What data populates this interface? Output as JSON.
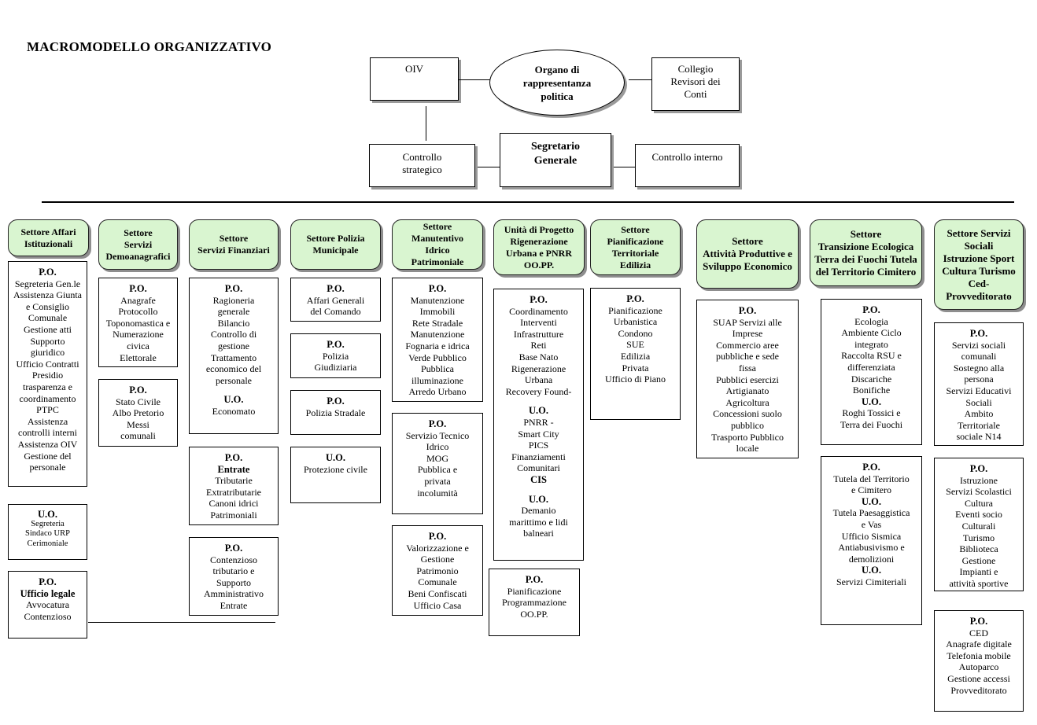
{
  "title": "MACROMODELLO ORGANIZZATIVO",
  "top": {
    "oiv": "OIV",
    "organo": [
      "Organo di",
      "rappresentanza",
      "politica"
    ],
    "collegio": [
      "Collegio",
      "Revisori dei",
      "Conti"
    ],
    "controllo_strategico": [
      "Controllo",
      "strategico"
    ],
    "segretario": [
      "Segretario",
      "Generale"
    ],
    "controllo_interno": "Controllo interno"
  },
  "sectors": [
    {
      "name": [
        "Settore Affari",
        "Istituzionali"
      ]
    },
    {
      "name": [
        "Settore",
        "Servizi",
        "Demoanagrafici"
      ]
    },
    {
      "name": [
        "Settore",
        "Servizi Finanziari"
      ]
    },
    {
      "name": [
        "Settore Polizia",
        "Municipale"
      ]
    },
    {
      "name": [
        "Settore",
        "Manutentivo",
        "Idrico",
        "Patrimoniale"
      ]
    },
    {
      "name": [
        "Unità di Progetto",
        "Rigenerazione",
        "Urbana e PNRR",
        "OO.PP."
      ]
    },
    {
      "name": [
        "Settore",
        "Pianificazione",
        "Territoriale",
        "Edilizia"
      ]
    },
    {
      "name": [
        "Settore",
        "Attività Produttive e",
        "Sviluppo Economico"
      ]
    },
    {
      "name": [
        "Settore",
        "Transizione Ecologica",
        "Terra dei Fuochi Tutela",
        "del Territorio Cimitero"
      ]
    },
    {
      "name": [
        "Settore Servizi",
        "Sociali",
        "Istruzione Sport",
        "Cultura Turismo",
        "Ced-",
        "Provveditorato"
      ]
    }
  ],
  "units": {
    "affari_1": [
      [
        "b",
        "P.O."
      ],
      [
        "n",
        "Segreteria Gen.le"
      ],
      [
        "n",
        "Assistenza Giunta"
      ],
      [
        "n",
        "e Consiglio"
      ],
      [
        "n",
        "Comunale"
      ],
      [
        "n",
        "Gestione atti"
      ],
      [
        "n",
        "Supporto"
      ],
      [
        "n",
        "giuridico"
      ],
      [
        "n",
        "Ufficio Contratti"
      ],
      [
        "n",
        "Presidio"
      ],
      [
        "n",
        "trasparenza e"
      ],
      [
        "n",
        "coordinamento"
      ],
      [
        "n",
        "PTPC"
      ],
      [
        "n",
        "Assistenza"
      ],
      [
        "n",
        "controlli interni"
      ],
      [
        "n",
        "Assistenza OIV"
      ],
      [
        "n",
        "Gestione del"
      ],
      [
        "n",
        "personale"
      ]
    ],
    "affari_2": [
      [
        "b",
        "U.O."
      ],
      [
        "n",
        "Segreteria"
      ],
      [
        "n",
        "Sindaco URP"
      ],
      [
        "n",
        "Cerimoniale"
      ]
    ],
    "affari_3": [
      [
        "b",
        "P.O."
      ],
      [
        "b",
        "Ufficio legale"
      ],
      [
        "n",
        "Avvocatura"
      ],
      [
        "n",
        "Contenzioso"
      ]
    ],
    "demo_1": [
      [
        "b",
        "P.O."
      ],
      [
        "n",
        "Anagrafe"
      ],
      [
        "n",
        "Protocollo"
      ],
      [
        "n",
        "Toponomastica e"
      ],
      [
        "n",
        "Numerazione"
      ],
      [
        "n",
        "civica"
      ],
      [
        "n",
        "Elettorale"
      ]
    ],
    "demo_2": [
      [
        "b",
        "P.O."
      ],
      [
        "n",
        "Stato Civile"
      ],
      [
        "n",
        "Albo Pretorio"
      ],
      [
        "n",
        "Messi"
      ],
      [
        "n",
        "comunali"
      ]
    ],
    "fin_1": [
      [
        "b",
        "P.O."
      ],
      [
        "n",
        "Ragioneria"
      ],
      [
        "n",
        "generale"
      ],
      [
        "n",
        "Bilancio"
      ],
      [
        "n",
        "Controllo di"
      ],
      [
        "n",
        "gestione"
      ],
      [
        "n",
        "Trattamento"
      ],
      [
        "n",
        "economico del"
      ],
      [
        "n",
        "personale"
      ],
      [
        "g",
        ""
      ],
      [
        "b",
        "U.O."
      ],
      [
        "n",
        "Economato"
      ]
    ],
    "fin_2": [
      [
        "b",
        "P.O."
      ],
      [
        "b",
        "Entrate"
      ],
      [
        "n",
        "Tributarie"
      ],
      [
        "n",
        "Extratributarie"
      ],
      [
        "n",
        "Canoni idrici"
      ],
      [
        "n",
        "Patrimoniali"
      ]
    ],
    "fin_3": [
      [
        "b",
        "P.O."
      ],
      [
        "n",
        "Contenzioso"
      ],
      [
        "n",
        "tributario e"
      ],
      [
        "n",
        "Supporto"
      ],
      [
        "n",
        "Amministrativo"
      ],
      [
        "n",
        "Entrate"
      ]
    ],
    "pol_1": [
      [
        "b",
        "P.O."
      ],
      [
        "n",
        "Affari Generali"
      ],
      [
        "n",
        "del Comando"
      ]
    ],
    "pol_2": [
      [
        "b",
        "P.O."
      ],
      [
        "n",
        "Polizia"
      ],
      [
        "n",
        "Giudiziaria"
      ]
    ],
    "pol_3": [
      [
        "b",
        "P.O."
      ],
      [
        "n",
        "Polizia Stradale"
      ]
    ],
    "pol_4": [
      [
        "b",
        "U.O."
      ],
      [
        "n",
        "Protezione civile"
      ]
    ],
    "man_1": [
      [
        "b",
        "P.O."
      ],
      [
        "n",
        "Manutenzione"
      ],
      [
        "n",
        "Immobili"
      ],
      [
        "n",
        "Rete Stradale"
      ],
      [
        "n",
        "Manutenzione"
      ],
      [
        "n",
        "Fognaria e idrica"
      ],
      [
        "n",
        "Verde Pubblico"
      ],
      [
        "n",
        "Pubblica"
      ],
      [
        "n",
        "illuminazione"
      ],
      [
        "n",
        "Arredo Urbano"
      ]
    ],
    "man_2": [
      [
        "b",
        "P.O."
      ],
      [
        "n",
        "Servizio Tecnico"
      ],
      [
        "n",
        "Idrico"
      ],
      [
        "n",
        "MOG"
      ],
      [
        "n",
        "Pubblica e"
      ],
      [
        "n",
        "privata"
      ],
      [
        "n",
        "incolumità"
      ]
    ],
    "man_3": [
      [
        "b",
        "P.O."
      ],
      [
        "n",
        "Valorizzazione e"
      ],
      [
        "n",
        "Gestione"
      ],
      [
        "n",
        "Patrimonio"
      ],
      [
        "n",
        "Comunale"
      ],
      [
        "n",
        "Beni Confiscati"
      ],
      [
        "n",
        "Ufficio Casa"
      ]
    ],
    "up_1": [
      [
        "b",
        "P.O."
      ],
      [
        "n",
        "Coordinamento"
      ],
      [
        "n",
        "Interventi"
      ],
      [
        "n",
        "Infrastrutture"
      ],
      [
        "n",
        "Reti"
      ],
      [
        "n",
        "Base Nato"
      ],
      [
        "n",
        "Rigenerazione"
      ],
      [
        "n",
        "Urbana"
      ],
      [
        "n",
        "Recovery Found-"
      ],
      [
        "g",
        ""
      ],
      [
        "b",
        "U.O."
      ],
      [
        "n",
        "PNRR -"
      ],
      [
        "n",
        "Smart City"
      ],
      [
        "n",
        "PICS"
      ],
      [
        "n",
        "Finanziamenti"
      ],
      [
        "n",
        "Comunitari"
      ],
      [
        "b",
        "CIS"
      ],
      [
        "g",
        ""
      ],
      [
        "b",
        "U.O."
      ],
      [
        "n",
        "Demanio"
      ],
      [
        "n",
        "marittimo e lidi"
      ],
      [
        "n",
        "balneari"
      ]
    ],
    "up_2": [
      [
        "b",
        "P.O."
      ],
      [
        "n",
        "Pianificazione"
      ],
      [
        "n",
        "Programmazione"
      ],
      [
        "n",
        "OO.PP."
      ]
    ],
    "pian_1": [
      [
        "b",
        "P.O."
      ],
      [
        "n",
        "Pianificazione"
      ],
      [
        "n",
        "Urbanistica"
      ],
      [
        "n",
        "Condono"
      ],
      [
        "n",
        "SUE"
      ],
      [
        "n",
        "Edilizia"
      ],
      [
        "n",
        "Privata"
      ],
      [
        "n",
        "Ufficio di Piano"
      ]
    ],
    "att_1": [
      [
        "b",
        "P.O."
      ],
      [
        "n",
        "SUAP Servizi alle"
      ],
      [
        "n",
        "Imprese"
      ],
      [
        "n",
        "Commercio aree"
      ],
      [
        "n",
        "pubbliche e sede"
      ],
      [
        "n",
        "fissa"
      ],
      [
        "n",
        "Pubblici esercizi"
      ],
      [
        "n",
        "Artigianato"
      ],
      [
        "n",
        "Agricoltura"
      ],
      [
        "n",
        "Concessioni suolo"
      ],
      [
        "n",
        "pubblico"
      ],
      [
        "n",
        "Trasporto Pubblico"
      ],
      [
        "n",
        "locale"
      ]
    ],
    "tra_1": [
      [
        "b",
        "P.O."
      ],
      [
        "n",
        "Ecologia"
      ],
      [
        "n",
        "Ambiente Ciclo"
      ],
      [
        "n",
        "integrato"
      ],
      [
        "n",
        "Raccolta RSU e"
      ],
      [
        "n",
        "differenziata"
      ],
      [
        "n",
        "Discariche"
      ],
      [
        "n",
        "Bonifiche"
      ],
      [
        "b",
        "U.O."
      ],
      [
        "n",
        "Roghi Tossici e"
      ],
      [
        "n",
        "Terra dei Fuochi"
      ]
    ],
    "tra_2": [
      [
        "b",
        "P.O."
      ],
      [
        "n",
        "Tutela del Territorio"
      ],
      [
        "n",
        "e Cimitero"
      ],
      [
        "b",
        "U.O."
      ],
      [
        "n",
        "Tutela Paesaggistica"
      ],
      [
        "n",
        "e Vas"
      ],
      [
        "n",
        "Ufficio Sismica"
      ],
      [
        "n",
        "Antiabusivismo e"
      ],
      [
        "n",
        "demolizioni"
      ],
      [
        "b",
        "U.O."
      ],
      [
        "n",
        "Servizi Cimiteriali"
      ]
    ],
    "soc_1": [
      [
        "b",
        "P.O."
      ],
      [
        "n",
        "Servizi sociali"
      ],
      [
        "n",
        "comunali"
      ],
      [
        "n",
        "Sostegno alla"
      ],
      [
        "n",
        "persona"
      ],
      [
        "n",
        "Servizi Educativi"
      ],
      [
        "n",
        "Sociali"
      ],
      [
        "n",
        "Ambito"
      ],
      [
        "n",
        "Territoriale"
      ],
      [
        "n",
        "sociale N14"
      ]
    ],
    "soc_2": [
      [
        "b",
        "P.O."
      ],
      [
        "n",
        "Istruzione"
      ],
      [
        "n",
        "Servizi Scolastici"
      ],
      [
        "n",
        "Cultura"
      ],
      [
        "n",
        "Eventi socio"
      ],
      [
        "n",
        "Culturali"
      ],
      [
        "n",
        "Turismo"
      ],
      [
        "n",
        "Biblioteca"
      ],
      [
        "n",
        "Gestione"
      ],
      [
        "n",
        "Impianti e"
      ],
      [
        "n",
        "attività sportive"
      ]
    ],
    "soc_3": [
      [
        "b",
        "P.O."
      ],
      [
        "n",
        "CED"
      ],
      [
        "n",
        "Anagrafe digitale"
      ],
      [
        "n",
        "Telefonia mobile"
      ],
      [
        "n",
        "Autoparco"
      ],
      [
        "n",
        "Gestione accessi"
      ],
      [
        "n",
        "Provveditorato"
      ]
    ]
  }
}
